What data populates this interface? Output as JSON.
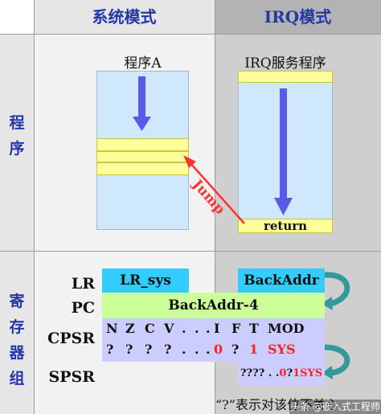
{
  "headers": {
    "system_mode": "系统模式",
    "irq_mode": "IRQ模式"
  },
  "rows": {
    "program": "程序",
    "register": "寄存器组"
  },
  "program_a": {
    "title": "程序A"
  },
  "irq_service": {
    "title": "IRQ服务程序",
    "return_label": "return"
  },
  "jump_label": "Jump",
  "registers": {
    "lr_label": "LR",
    "pc_label": "PC",
    "cpsr_label": "CPSR",
    "spsr_label": "SPSR",
    "lr_sys": "LR_sys",
    "back_addr": "BackAddr",
    "pc_value": "BackAddr-4"
  },
  "cpsr": {
    "flags": [
      "N",
      "Z",
      "C",
      "V",
      ".",
      ".",
      ".",
      "I",
      "F",
      "T",
      "MOD"
    ],
    "values": [
      "?",
      "?",
      "?",
      "?",
      ".",
      ".",
      ".",
      "0",
      "?",
      "1",
      "SYS"
    ]
  },
  "spsr": {
    "unknown": "???? . .",
    "i": "0",
    "q": "?",
    "t": "1",
    "mode": "SYS"
  },
  "note": "“?”表示对该位不关心",
  "watermark": "头条 @嵌入式工程师",
  "colors": {
    "heading": "#2436a8",
    "highlight": "#ff2222",
    "arrow": "#5a5ae6",
    "jump": "#ff3333",
    "curve": "#339999"
  }
}
